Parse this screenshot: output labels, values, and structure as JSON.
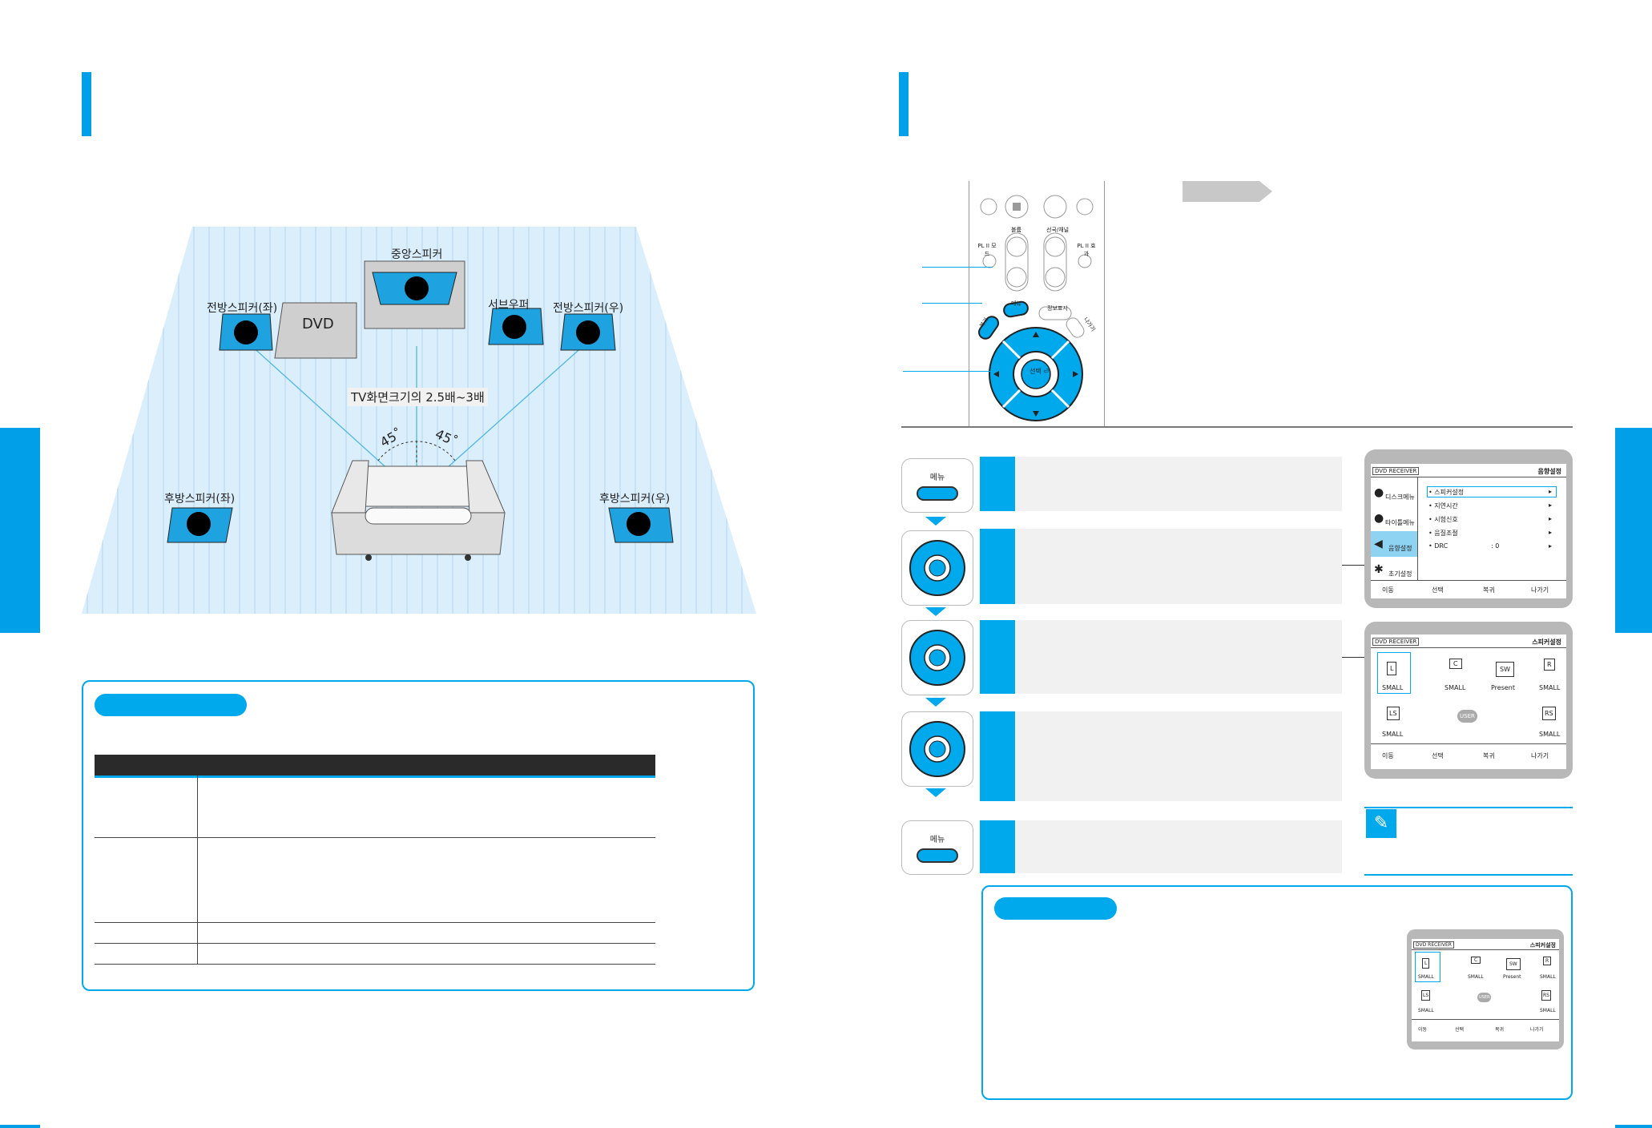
{
  "diagram": {
    "center_speaker": "중앙스피커",
    "front_left": "전방스피커(좌)",
    "front_right": "전방스피커(우)",
    "subwoofer": "서브우퍼",
    "dvd": "DVD",
    "rear_left": "후방스피커(좌)",
    "rear_right": "후방스피커(우)",
    "distance": "TV화면크기의 2.5배~3배",
    "angle_left": "45˚",
    "angle_right": "45˚"
  },
  "remote": {
    "volume_label": "볼륨",
    "tuning_label": "선국/채널",
    "pl2_left": "PL II 모드",
    "pl2_right": "PL II 효과",
    "menu_label": "메뉴",
    "return_label": "복귀",
    "info_label": "정보표시",
    "exit_label": "나가기",
    "select_label": "선택 ",
    "select_symbol": "⏎"
  },
  "steps": {
    "menu_button_label": "메뉴"
  },
  "osd1": {
    "brand": "DVD RECEIVER",
    "title": "음향설정",
    "side_items": [
      "디스크메뉴",
      "타이틀메뉴",
      "음향설정",
      "초기설정"
    ],
    "rows": [
      {
        "label": "• 스피커설정",
        "value": "",
        "arrow": "▸"
      },
      {
        "label": "• 지연시간",
        "value": "",
        "arrow": "▸"
      },
      {
        "label": "• 시험신호",
        "value": "",
        "arrow": "▸"
      },
      {
        "label": "• 음질조절",
        "value": "",
        "arrow": "▸"
      },
      {
        "label": "• DRC",
        "value": ": 0",
        "arrow": "▸"
      }
    ],
    "footer": [
      "이동",
      "선택",
      "복귀",
      "나가기"
    ]
  },
  "osd2": {
    "brand": "DVD RECEIVER",
    "title": "스피커설정",
    "speakers": [
      {
        "code": "L",
        "size": "SMALL"
      },
      {
        "code": "C",
        "size": "SMALL"
      },
      {
        "code": "SW",
        "size": "Present"
      },
      {
        "code": "R",
        "size": "SMALL"
      },
      {
        "code": "LS",
        "size": "SMALL"
      },
      {
        "code": "RS",
        "size": "SMALL"
      }
    ],
    "user_label": "USER",
    "footer": [
      "이동",
      "선택",
      "복귀",
      "나가기"
    ]
  },
  "colors": {
    "accent": "#009fe8",
    "floor": "#daeefb",
    "step_box": "#f1f1f1"
  }
}
